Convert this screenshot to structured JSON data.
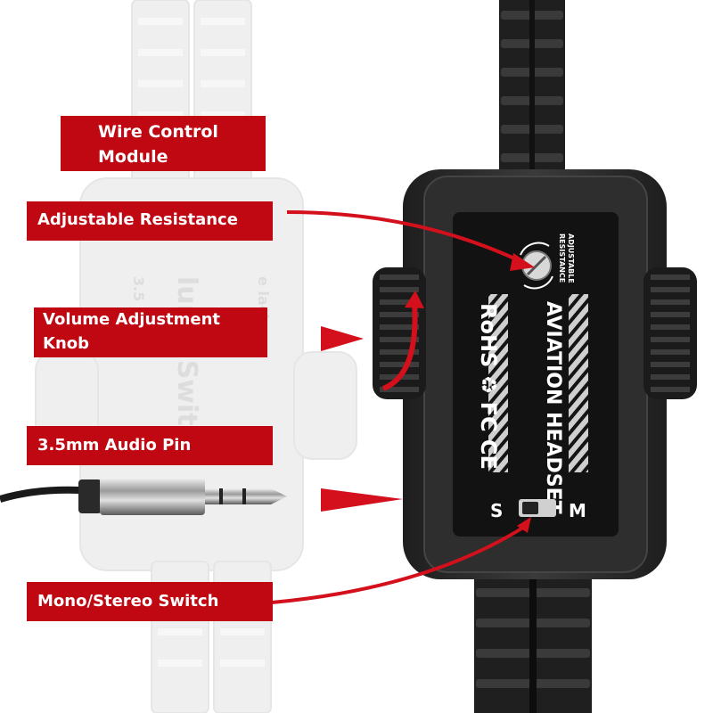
{
  "labels": {
    "wire_control_module": [
      "Wire Control",
      "Module"
    ],
    "adjustable_resistance": "Adjustable Resistance",
    "volume_adjustment_knob": [
      "Volume Adjustment",
      "Knob"
    ],
    "audio_pin": "3.5mm Audio Pin",
    "mono_stereo_switch": "Mono/Stereo Switch"
  },
  "device": {
    "model_text": "AVIATION HEADSET",
    "compliance_text": "RoHS ♻ FC CE",
    "resistance_label": [
      "ADJUSTABLE",
      "RESISTANCE"
    ],
    "switch_left": "S",
    "switch_right": "M",
    "ghost_text": [
      "3.5",
      "lume Switch",
      "e lack"
    ]
  },
  "colors": {
    "label_bg": "#c00812",
    "label_text": "#ffffff",
    "arrow": "#d3101c",
    "device_body": "#2a2a2a",
    "device_face": "#141414",
    "ghost": "#eeeeee"
  }
}
